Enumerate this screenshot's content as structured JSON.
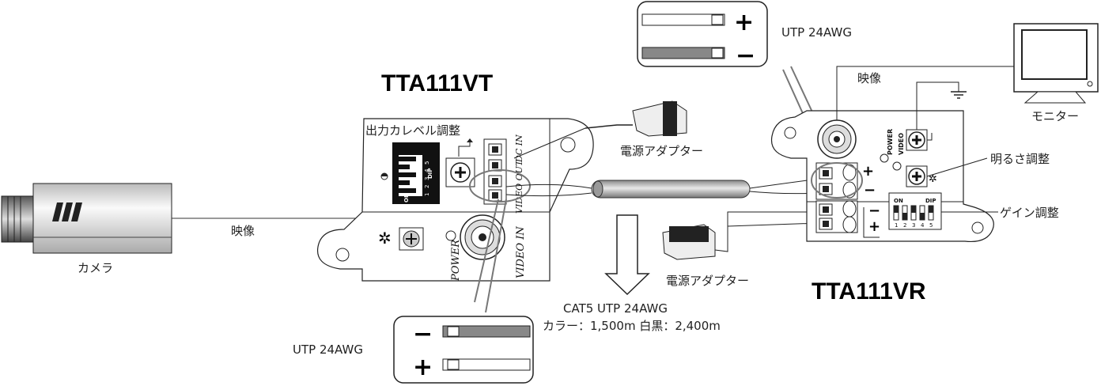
{
  "transmitter": {
    "title": "TTA111VT",
    "level_adjust_label": "出力カレベル調整",
    "dip_label": "DIP",
    "on_label": "ON",
    "dip_numbers": [
      "1",
      "2",
      "3",
      "4",
      "5"
    ],
    "video_out_label": "VIDEO OUT",
    "dc_in_label": "DC IN",
    "power_label": "POWER",
    "video_in_label": "VIDEO IN"
  },
  "receiver": {
    "title": "TTA111VR",
    "power_label": "POWER",
    "video_label": "VIDEO",
    "dip_label": "DIP",
    "on_label": "ON",
    "dip_numbers": [
      "1",
      "2",
      "3",
      "4",
      "5"
    ]
  },
  "camera": {
    "label": "カメラ"
  },
  "monitor": {
    "label": "モニター"
  },
  "video_signal_left": "映像",
  "video_signal_right": "映像",
  "adapter_top_label": "電源アダプター",
  "adapter_bottom_label": "電源アダプター",
  "cable": {
    "type_label": "CAT5 UTP 24AWG",
    "distance_label": "カラー：1,500m  白黒：2,400m"
  },
  "utp_top": {
    "label": "UTP 24AWG",
    "plus": "+",
    "minus": "−"
  },
  "utp_bottom": {
    "label": "UTP 24AWG",
    "plus": "+",
    "minus": "−"
  },
  "brightness_label": "明るさ調整",
  "gain_label": "ゲイン調整",
  "terminal_plus": "+",
  "terminal_minus": "−"
}
